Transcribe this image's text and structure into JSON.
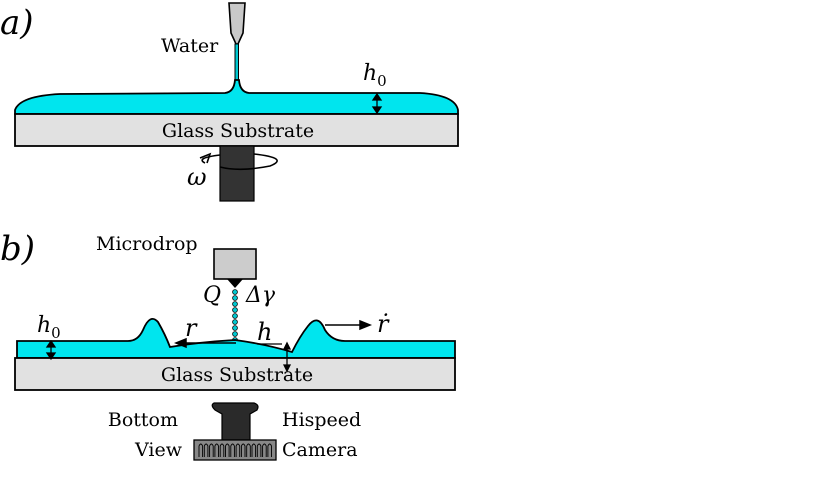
{
  "panel_a": {
    "label": "a)",
    "water_label": "Water",
    "film_thickness_label": "h",
    "film_thickness_sub": "0",
    "substrate_label": "Glass Substrate",
    "rotation_label": "ω"
  },
  "panel_b": {
    "label": "b)",
    "microdrop_label": "Microdrop",
    "flow_label": "Q",
    "surface_tension_label": "Δγ",
    "film_thickness_label": "h",
    "film_thickness_sub": "0",
    "radius_label": "r",
    "height_label": "h",
    "velocity_label": "ṙ",
    "substrate_label": "Glass Substrate",
    "bottom_view_label_1": "Bottom",
    "bottom_view_label_2": "View",
    "camera_label_1": "Hispeed",
    "camera_label_2": "Camera"
  },
  "colors": {
    "liquid": "#00e5ee",
    "substrate": "#e1e1e1",
    "motor": "#333333",
    "nozzle": "#cccccc",
    "camera_body": "#2a2a2a",
    "camera_base": "#888888",
    "droplets": "#00c8d0"
  }
}
